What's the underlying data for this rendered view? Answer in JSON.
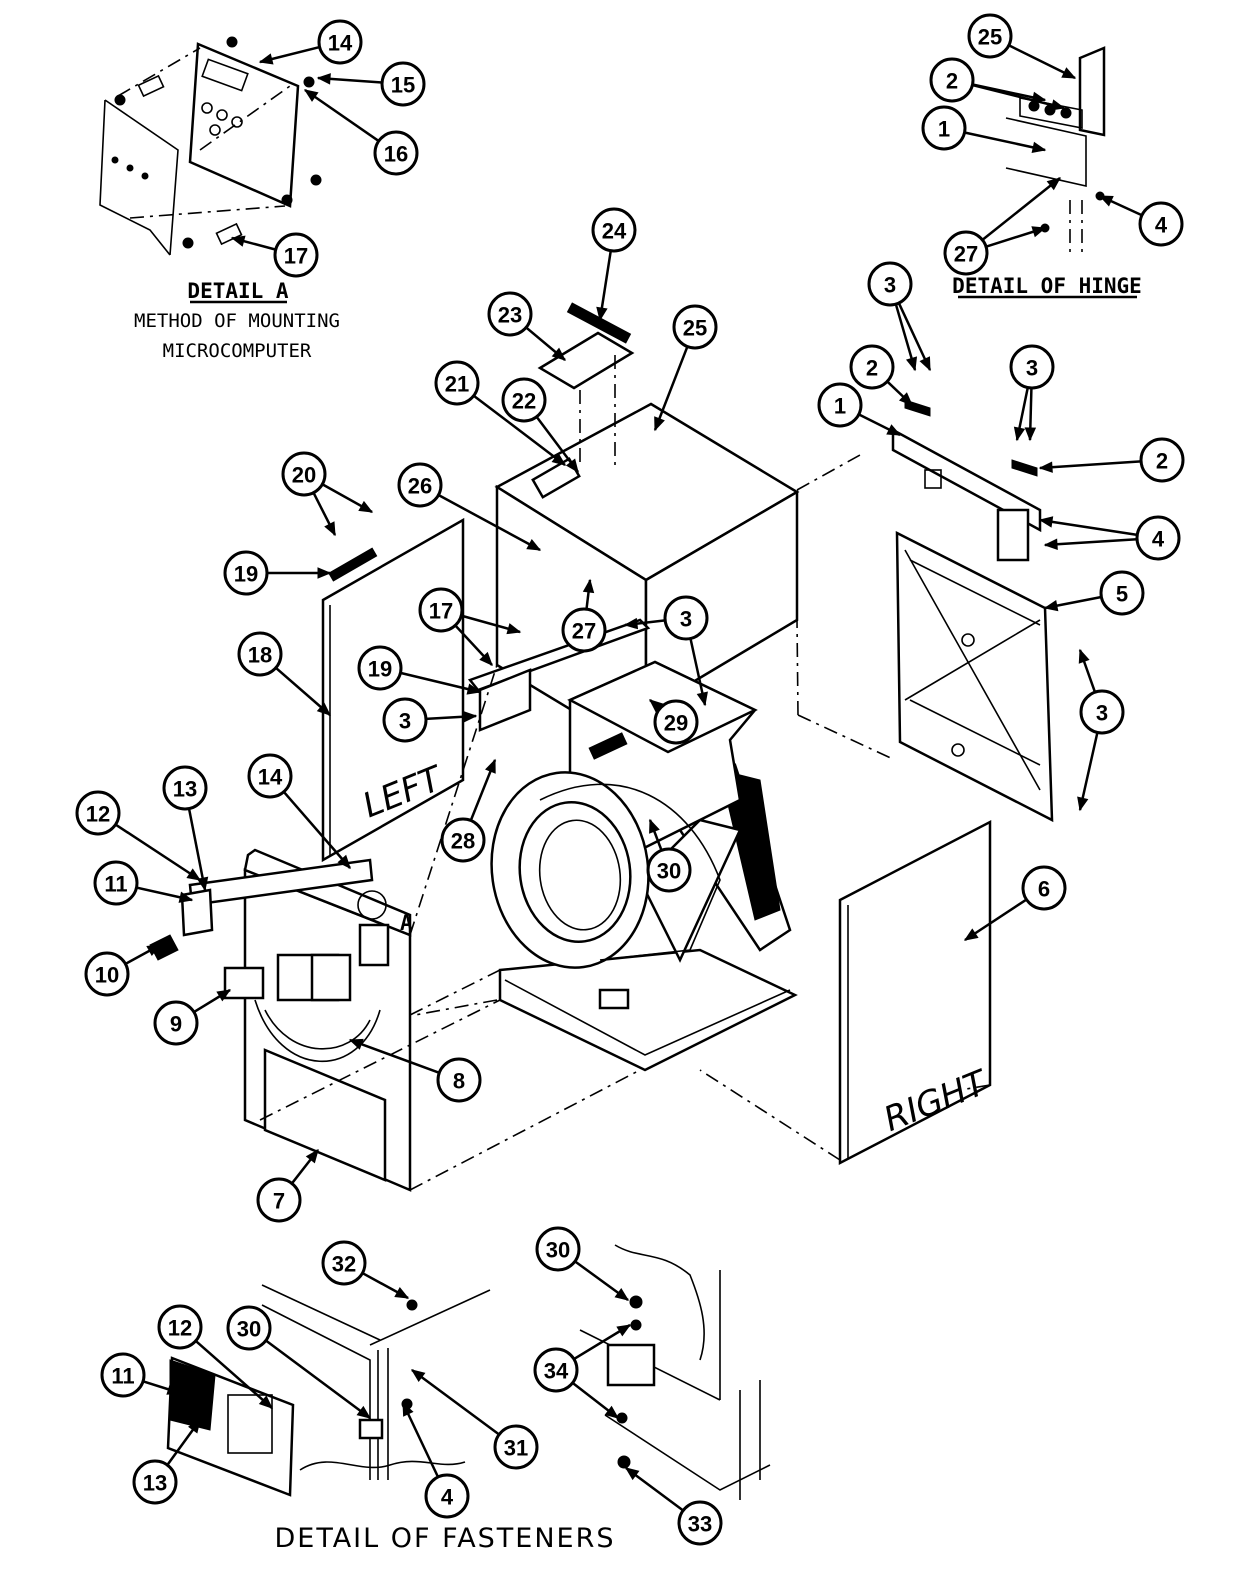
{
  "detail_a": {
    "title": "DETAIL A",
    "caption_line1": "METHOD OF MOUNTING",
    "caption_line2": "MICROCOMPUTER"
  },
  "detail_hinge": {
    "title": "DETAIL OF HINGE"
  },
  "detail_fasteners": {
    "title": "DETAIL OF FASTENERS"
  },
  "panels": {
    "left": "LEFT",
    "right": "RIGHT",
    "detail_marker": "A"
  },
  "callouts": [
    {
      "label": "14"
    },
    {
      "label": "15"
    },
    {
      "label": "16"
    },
    {
      "label": "17"
    },
    {
      "label": "25"
    },
    {
      "label": "2"
    },
    {
      "label": "1"
    },
    {
      "label": "4"
    },
    {
      "label": "27"
    },
    {
      "label": "24"
    },
    {
      "label": "23"
    },
    {
      "label": "25"
    },
    {
      "label": "21"
    },
    {
      "label": "22"
    },
    {
      "label": "3"
    },
    {
      "label": "2"
    },
    {
      "label": "3"
    },
    {
      "label": "1"
    },
    {
      "label": "2"
    },
    {
      "label": "4"
    },
    {
      "label": "20"
    },
    {
      "label": "26"
    },
    {
      "label": "19"
    },
    {
      "label": "17"
    },
    {
      "label": "27"
    },
    {
      "label": "3"
    },
    {
      "label": "5"
    },
    {
      "label": "18"
    },
    {
      "label": "19"
    },
    {
      "label": "3"
    },
    {
      "label": "29"
    },
    {
      "label": "3"
    },
    {
      "label": "12"
    },
    {
      "label": "13"
    },
    {
      "label": "14"
    },
    {
      "label": "28"
    },
    {
      "label": "11"
    },
    {
      "label": "30"
    },
    {
      "label": "6"
    },
    {
      "label": "10"
    },
    {
      "label": "9"
    },
    {
      "label": "8"
    },
    {
      "label": "7"
    },
    {
      "label": "32"
    },
    {
      "label": "30"
    },
    {
      "label": "12"
    },
    {
      "label": "30"
    },
    {
      "label": "11"
    },
    {
      "label": "34"
    },
    {
      "label": "31"
    },
    {
      "label": "13"
    },
    {
      "label": "4"
    },
    {
      "label": "33"
    }
  ]
}
